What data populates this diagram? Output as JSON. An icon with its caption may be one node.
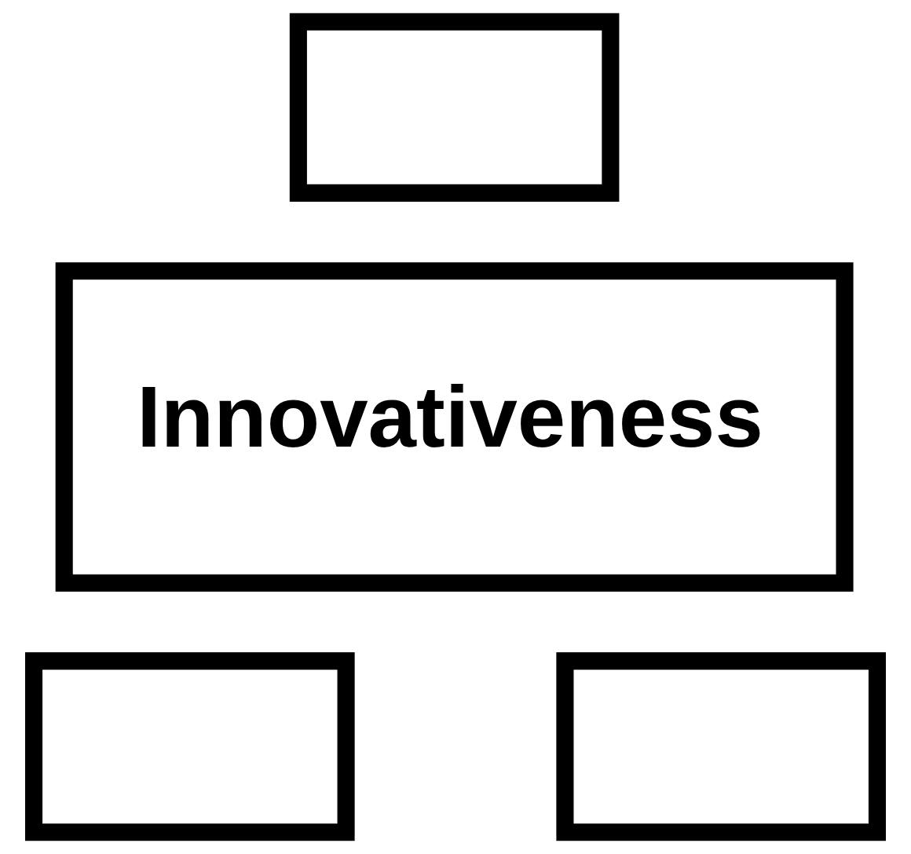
{
  "diagram": {
    "nodes": [
      {
        "text": [],
        "shape": "box"
      },
      {
        "text": [
          "Innovativeness"
        ]
      },
      {
        "text": [],
        "shape": "box"
      },
      {
        "text": [],
        "shape": "box"
      }
    ]
  }
}
